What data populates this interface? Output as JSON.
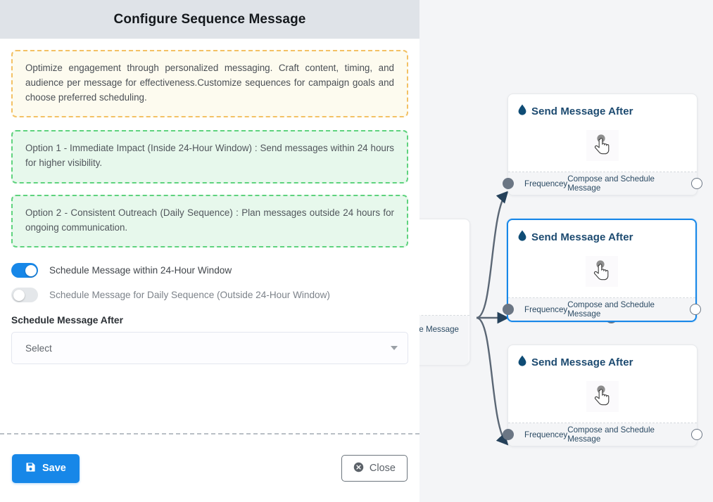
{
  "panel": {
    "title": "Configure Sequence Message",
    "notes": [
      {
        "tone": "amber",
        "text": "Optimize engagement through personalized messaging. Craft content, timing, and audience per message for effectiveness.Customize sequences for campaign goals and choose preferred scheduling."
      },
      {
        "tone": "green",
        "text": "Option 1 - Immediate Impact (Inside 24-Hour Window) : Send messages within 24 hours for higher visibility."
      },
      {
        "tone": "green",
        "text": "Option 2 - Consistent Outreach (Daily Sequence) : Plan messages outside 24 hours for ongoing communication."
      }
    ],
    "toggles": [
      {
        "label": "Schedule Message within 24-Hour Window",
        "state": "on"
      },
      {
        "label": "Schedule Message for Daily Sequence (Outside 24-Hour Window)",
        "state": "off"
      }
    ],
    "select_field": {
      "label": "Schedule Message After",
      "value": "Select",
      "placeholder": "Select",
      "caret_icon": "chevron-down-icon"
    },
    "footer": {
      "save_label": "Save",
      "save_icon": "floppy-disk-icon",
      "save_color": "#1787e8",
      "close_label": "Close",
      "close_icon": "circle-x-icon"
    }
  },
  "canvas": {
    "background": "#f4f5f7",
    "selected_accent": "#1787e8",
    "source_node": {
      "foot_label": "ce Message",
      "handle_name": "source-output-handle"
    },
    "nodes": [
      {
        "title": "Send Message After",
        "icon": "water-drop-icon",
        "icon_color": "#0f4c75",
        "body_icon": "pointing-hand-cursor-icon",
        "foot_left": "Frequencey",
        "foot_right": "Compose and Schedule Message",
        "selected": false
      },
      {
        "title": "Send Message After",
        "icon": "water-drop-icon",
        "icon_color": "#0f4c75",
        "body_icon": "pointing-hand-cursor-icon",
        "foot_left": "Frequencey",
        "foot_right": "Compose and Schedule Message",
        "selected": true
      },
      {
        "title": "Send Message After",
        "icon": "water-drop-icon",
        "icon_color": "#0f4c75",
        "body_icon": "pointing-hand-cursor-icon",
        "foot_left": "Frequencey",
        "foot_right": "Compose and Schedule Message",
        "selected": false
      }
    ]
  }
}
